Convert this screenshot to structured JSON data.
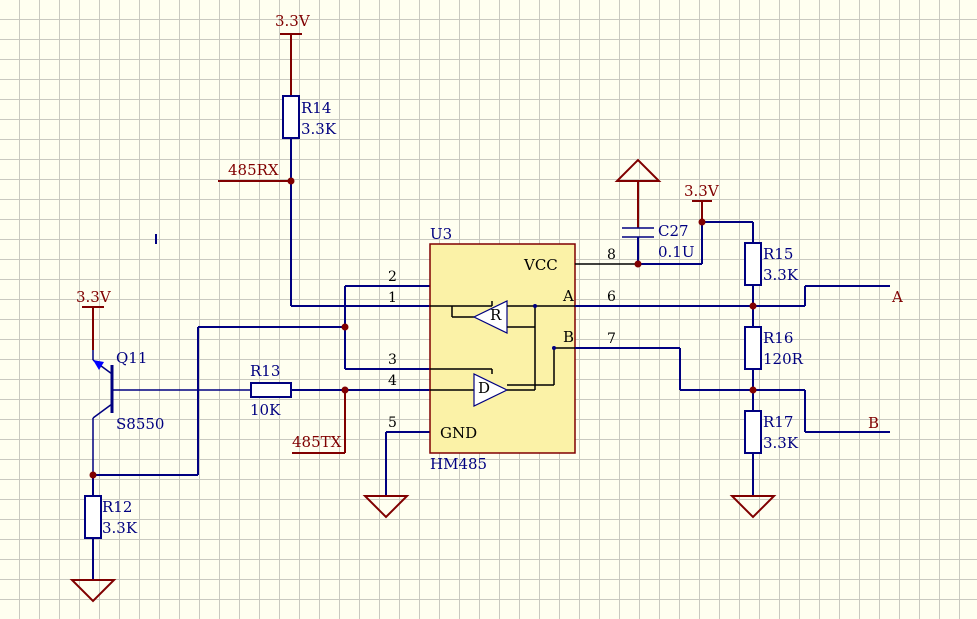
{
  "power_labels": {
    "top_r14": "3.3V",
    "q11": "3.3V",
    "r15": "3.3V"
  },
  "net_labels": {
    "rx": "485RX",
    "tx": "485TX",
    "a": "A",
    "b": "B"
  },
  "components": {
    "r14": {
      "ref": "R14",
      "value": "3.3K"
    },
    "r13": {
      "ref": "R13",
      "value": "10K"
    },
    "r12": {
      "ref": "R12",
      "value": "3.3K"
    },
    "q11": {
      "ref": "Q11",
      "value": "S8550"
    },
    "c27": {
      "ref": "C27",
      "value": "0.1U"
    },
    "r15": {
      "ref": "R15",
      "value": "3.3K"
    },
    "r16": {
      "ref": "R16",
      "value": "120R"
    },
    "r17": {
      "ref": "R17",
      "value": "3.3K"
    }
  },
  "ic": {
    "ref": "U3",
    "name": "HM485",
    "inner": {
      "vcc": "VCC",
      "gnd": "GND",
      "a": "A",
      "b": "B",
      "r": "R",
      "d": "D"
    },
    "pins": [
      "2",
      "1",
      "3",
      "4",
      "5",
      "8",
      "6",
      "7"
    ]
  },
  "colors": {
    "wire": "#000080",
    "net": "#800000",
    "ic_fill": "#fbf2a7",
    "grid": "#c9c9c0",
    "background": "#fffff0"
  }
}
